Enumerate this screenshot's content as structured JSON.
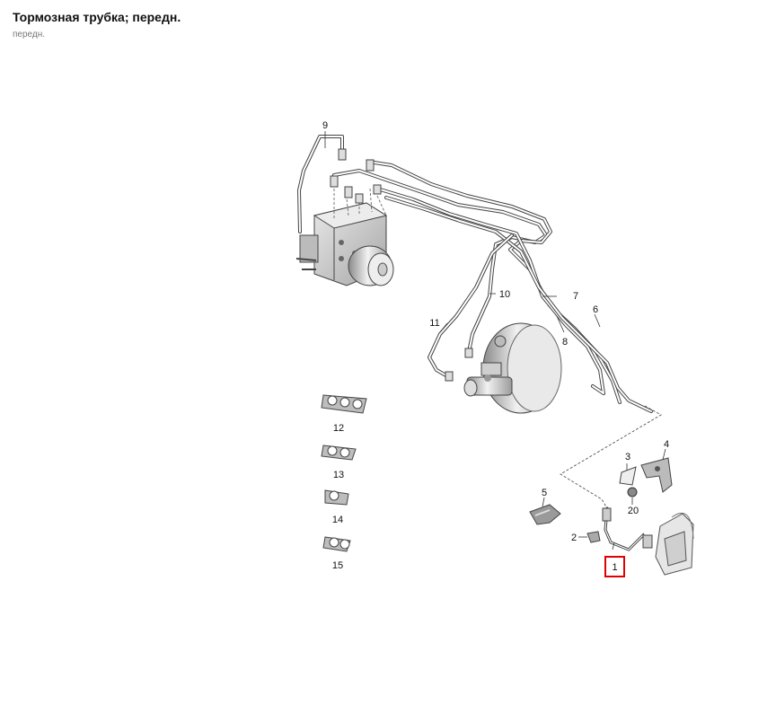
{
  "page": {
    "title": "Тормозная трубка; передн.",
    "subtitle": "передн."
  },
  "callouts": [
    {
      "id": "1",
      "label": "1",
      "highlighted": true
    },
    {
      "id": "2",
      "label": "2"
    },
    {
      "id": "3",
      "label": "3"
    },
    {
      "id": "4",
      "label": "4"
    },
    {
      "id": "5",
      "label": "5"
    },
    {
      "id": "6",
      "label": "6"
    },
    {
      "id": "7",
      "label": "7"
    },
    {
      "id": "8",
      "label": "8"
    },
    {
      "id": "9",
      "label": "9"
    },
    {
      "id": "10",
      "label": "10"
    },
    {
      "id": "11",
      "label": "11"
    },
    {
      "id": "12",
      "label": "12"
    },
    {
      "id": "13",
      "label": "13"
    },
    {
      "id": "14",
      "label": "14"
    },
    {
      "id": "15",
      "label": "15"
    },
    {
      "id": "20",
      "label": "20"
    }
  ],
  "colors": {
    "highlight": "#e00000",
    "line": "#333333",
    "part_fill": "#d9d9d9",
    "part_dark": "#8a8a8a"
  }
}
